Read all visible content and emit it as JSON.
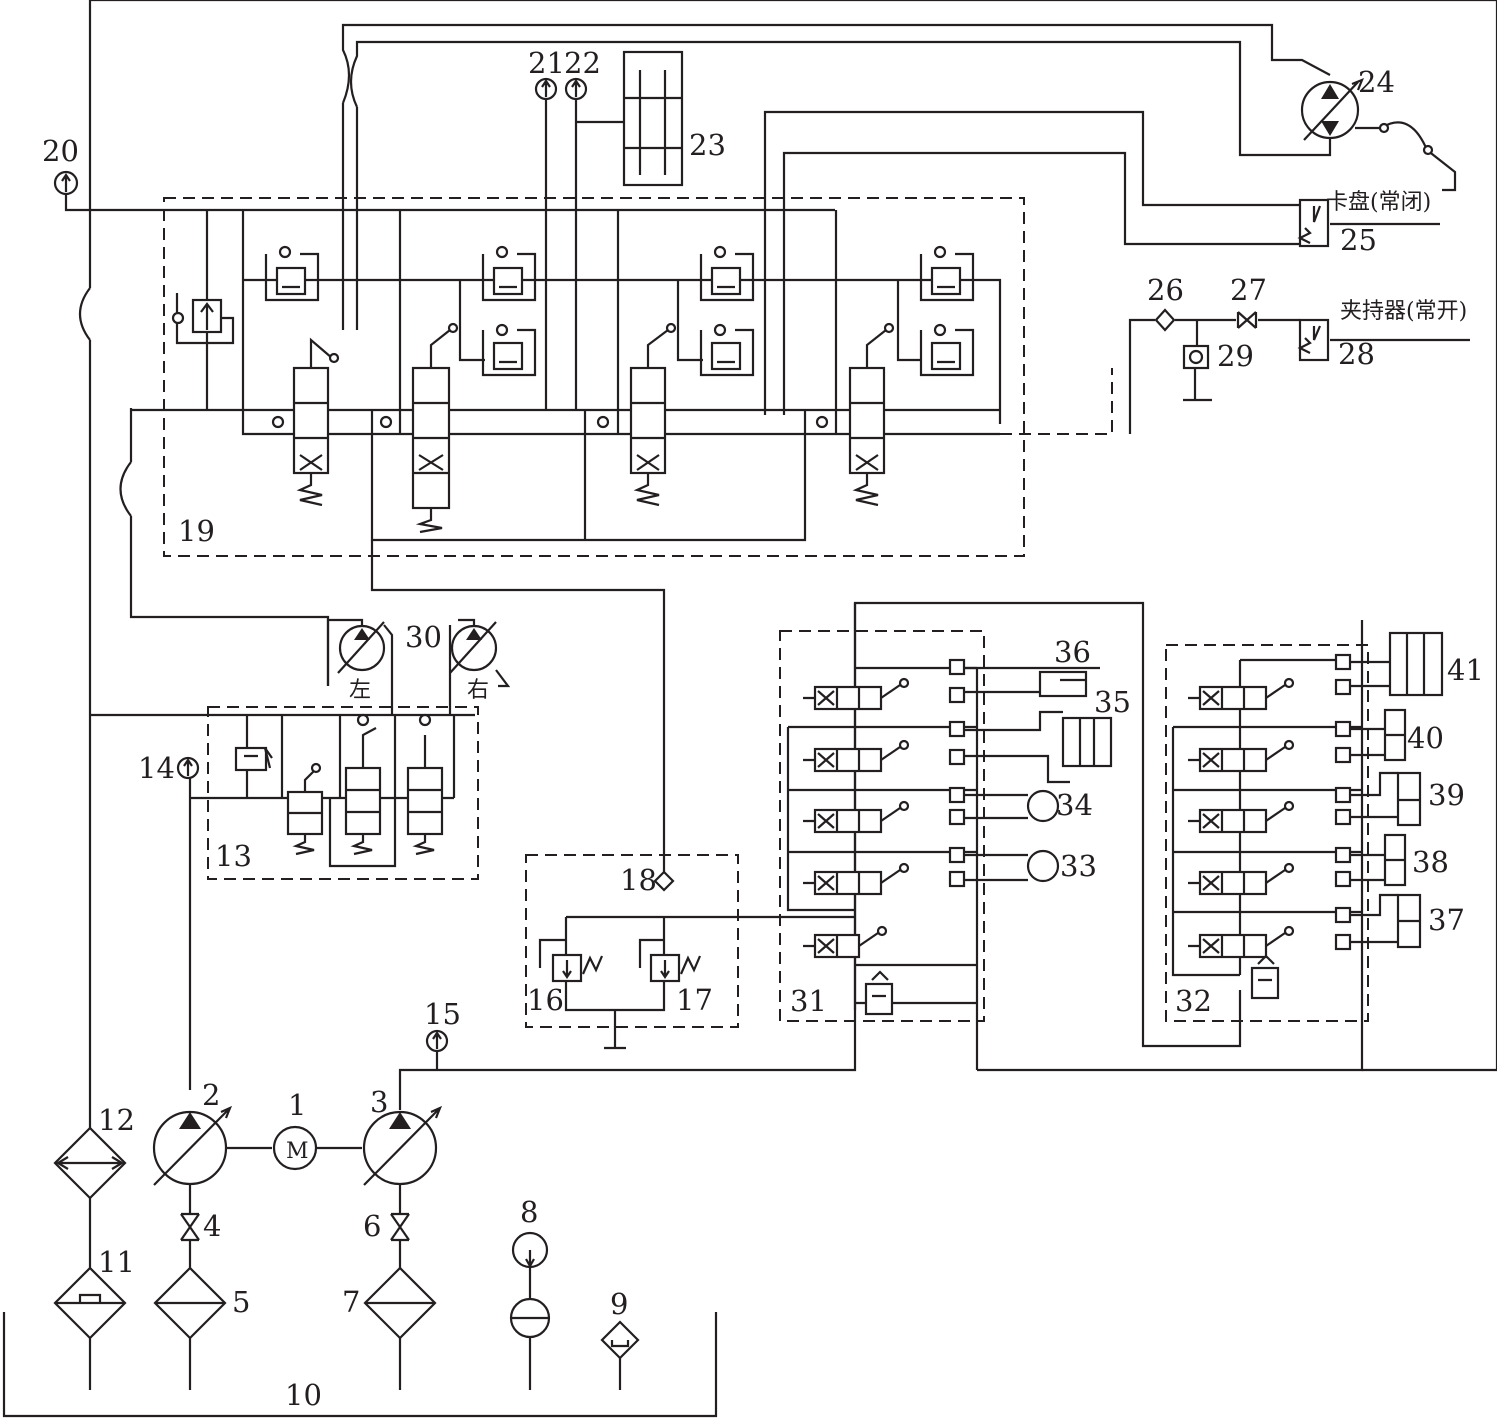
{
  "components": {
    "c1": "1",
    "c2": "2",
    "c3": "3",
    "c4": "4",
    "c5": "5",
    "c6": "6",
    "c7": "7",
    "c8": "8",
    "c9": "9",
    "c10": "10",
    "c11": "11",
    "c12": "12",
    "c13": "13",
    "c14": "14",
    "c15": "15",
    "c16": "16",
    "c17": "17",
    "c18": "18",
    "c19": "19",
    "c20": "20",
    "c21": "21",
    "c22": "22",
    "c23": "23",
    "c24": "24",
    "c25": "25",
    "c26": "26",
    "c27": "27",
    "c28": "28",
    "c29": "29",
    "c30": "30",
    "c31": "31",
    "c32": "32",
    "c33": "33",
    "c34": "34",
    "c35": "35",
    "c36": "36",
    "c37": "37",
    "c38": "38",
    "c39": "39",
    "c40": "40",
    "c41": "41"
  },
  "labels": {
    "motor": "M",
    "chuck": "卡盘(常闭)",
    "gripper": "夹持器(常开)",
    "left": "左",
    "right": "右"
  },
  "colors": {
    "line": "#231f20",
    "background": "#ffffff"
  }
}
